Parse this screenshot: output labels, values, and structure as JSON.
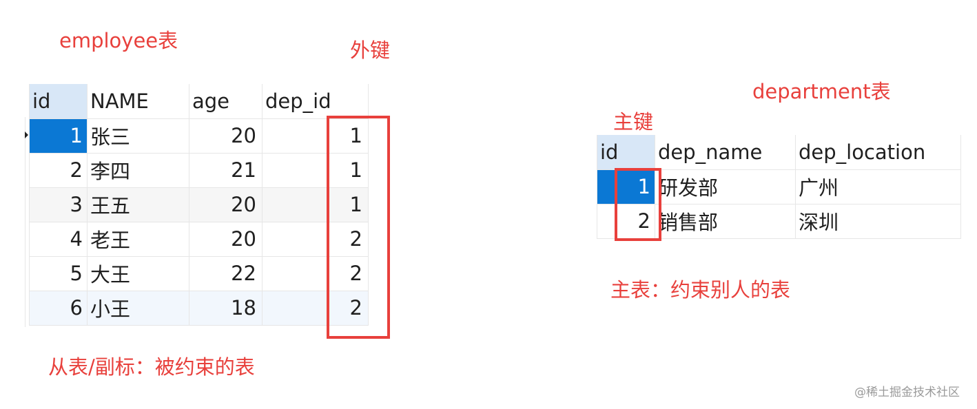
{
  "annotations": {
    "employee_title": "employee表",
    "foreign_key": "外键",
    "department_title": "department表",
    "primary_key": "主键",
    "slave_table_note": "从表/副标：被约束的表",
    "master_table_note": "主表：约束别人的表",
    "accent_color": "#e8403c"
  },
  "employee": {
    "columns": [
      "id",
      "NAME",
      "age",
      "dep_id"
    ],
    "rows": [
      {
        "id": "1",
        "name": "张三",
        "age": "20",
        "dep_id": "1"
      },
      {
        "id": "2",
        "name": "李四",
        "age": "21",
        "dep_id": "1"
      },
      {
        "id": "3",
        "name": "王五",
        "age": "20",
        "dep_id": "1"
      },
      {
        "id": "4",
        "name": "老王",
        "age": "20",
        "dep_id": "2"
      },
      {
        "id": "5",
        "name": "大王",
        "age": "22",
        "dep_id": "2"
      },
      {
        "id": "6",
        "name": "小王",
        "age": "18",
        "dep_id": "2"
      }
    ],
    "selected_row": 0
  },
  "department": {
    "columns": [
      "id",
      "dep_name",
      "dep_location"
    ],
    "rows": [
      {
        "id": "1",
        "dep_name": "研发部",
        "dep_location": "广州"
      },
      {
        "id": "2",
        "dep_name": "销售部",
        "dep_location": "深圳"
      }
    ],
    "selected_row": 0
  },
  "watermark": "@稀土掘金技术社区"
}
